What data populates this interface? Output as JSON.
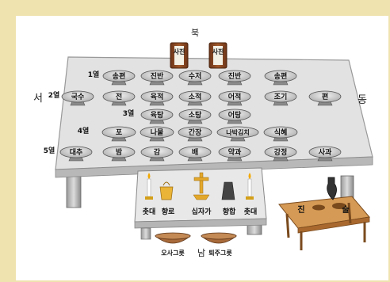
{
  "directions": {
    "north": "북",
    "south": "남",
    "west": "서",
    "east": "동"
  },
  "tablets": [
    "사진",
    "사진"
  ],
  "rows": [
    {
      "label": "1열",
      "items": [
        "송편",
        "진반",
        "수저",
        "진반",
        "송편"
      ]
    },
    {
      "label": "2열",
      "items": [
        "국수",
        "전",
        "육적",
        "소적",
        "어적",
        "조기",
        "편"
      ]
    },
    {
      "label": "3열",
      "items": [
        "육탕",
        "소탕",
        "어탕"
      ]
    },
    {
      "label": "4열",
      "items": [
        "포",
        "나물",
        "간장",
        "나박김치",
        "식혜"
      ]
    },
    {
      "label": "5열",
      "items": [
        "대추",
        "밤",
        "감",
        "배",
        "약과",
        "강정",
        "사과"
      ]
    }
  ],
  "ritual_items": [
    "촛대",
    "향로",
    "십자가",
    "향합",
    "촛대"
  ],
  "side_table": {
    "left": "진",
    "right": "술"
  },
  "bowls": [
    "오사그릇",
    "퇴주그릇"
  ],
  "colors": {
    "tablet": "#8a4b25",
    "table_top": "#d7d7d7",
    "table_edge": "#b9b9b9",
    "dish": "#8c8c8c",
    "brown_dish": "#a86a3a"
  }
}
